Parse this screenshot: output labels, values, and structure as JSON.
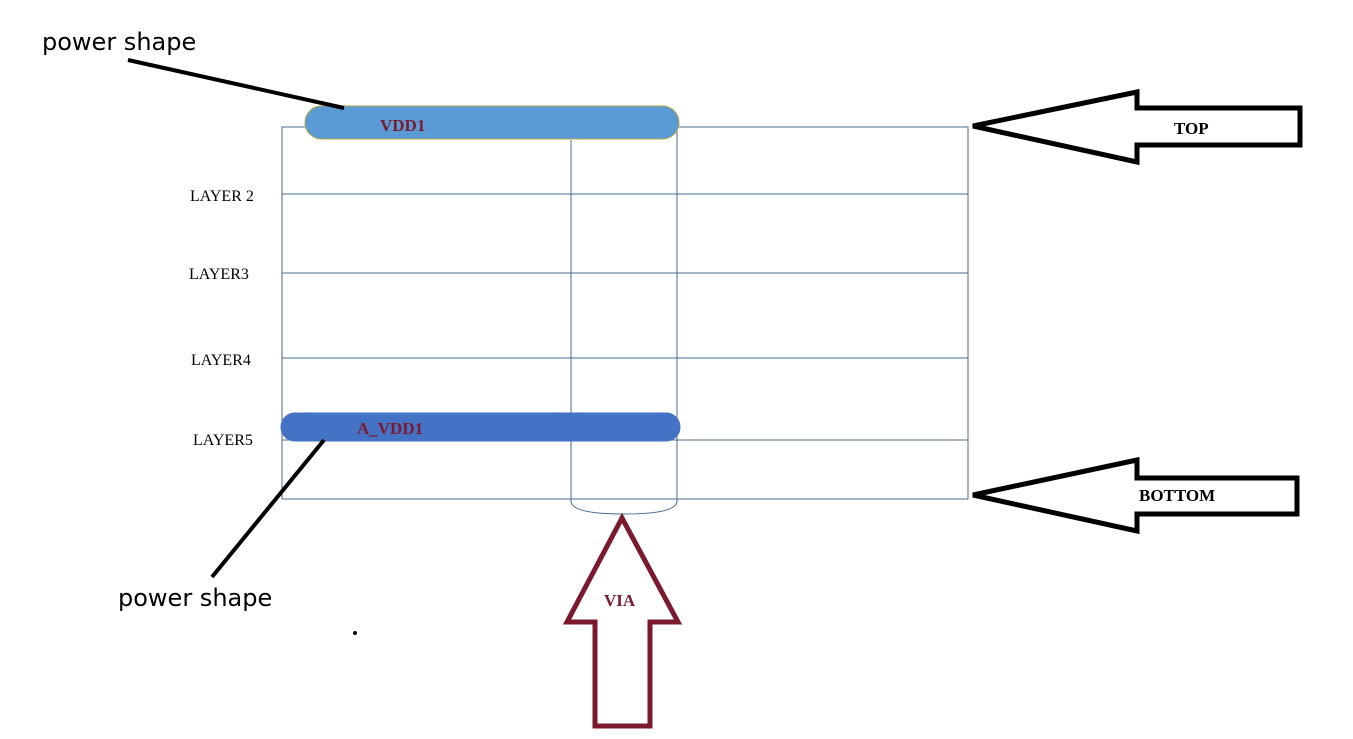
{
  "callouts": {
    "top_label": "power shape",
    "bottom_label": "power shape"
  },
  "layers": {
    "layer2": "LAYER 2",
    "layer3": "LAYER3",
    "layer4": "LAYER4",
    "layer5": "LAYER5"
  },
  "shapes": {
    "vdd1": "VDD1",
    "a_vdd1": "A_VDD1"
  },
  "arrows": {
    "top": "TOP",
    "bottom": "BOTTOM",
    "via": "VIA"
  },
  "colors": {
    "grid_line": "#4a6b8c",
    "vdd1_fill": "#5b9bd5",
    "vdd1_stroke": "#b5a642",
    "a_vdd1_fill": "#4472c4",
    "shape_text": "#7b1a2e",
    "via_arrow": "#7b1a2e",
    "outline_arrow": "#000000"
  }
}
